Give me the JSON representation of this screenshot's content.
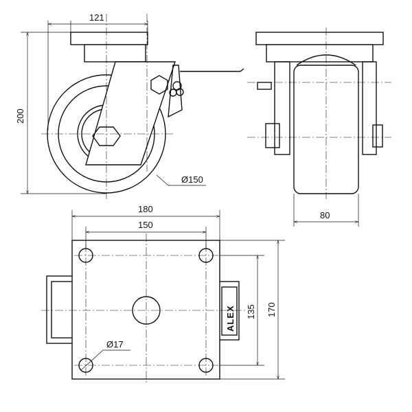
{
  "dimensions": {
    "offset": "121",
    "height": "200",
    "wheel_diameter": "Ø150",
    "wheel_width": "80",
    "plate_width": "180",
    "hole_spacing_x": "150",
    "hole_spacing_y": "135",
    "plate_length": "170",
    "hole_diameter": "Ø17"
  },
  "brand_label": "ALEX"
}
